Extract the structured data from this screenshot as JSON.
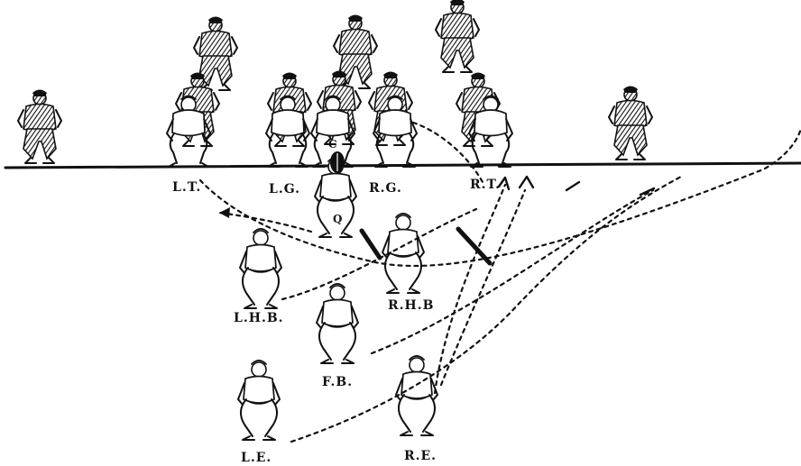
{
  "players": {
    "offense": [
      {
        "id": "lt",
        "label": "L.T."
      },
      {
        "id": "lg",
        "label": "L.G."
      },
      {
        "id": "c",
        "label": "C"
      },
      {
        "id": "rg",
        "label": "R.G."
      },
      {
        "id": "rt",
        "label": "R.T."
      },
      {
        "id": "q",
        "label": "Q"
      },
      {
        "id": "lhb",
        "label": "L.H.B."
      },
      {
        "id": "rhb",
        "label": "R.H.B"
      },
      {
        "id": "fb",
        "label": "F.B."
      },
      {
        "id": "le",
        "label": "L.E."
      },
      {
        "id": "re",
        "label": "R.E."
      }
    ]
  },
  "icons": {
    "offense_figure": "light-player-figure",
    "defense_figure": "striped-player-figure",
    "ball": "football-icon",
    "arrow": "arrow-head-icon"
  },
  "colors": {
    "ink": "#111111",
    "paper": "#ffffff"
  }
}
